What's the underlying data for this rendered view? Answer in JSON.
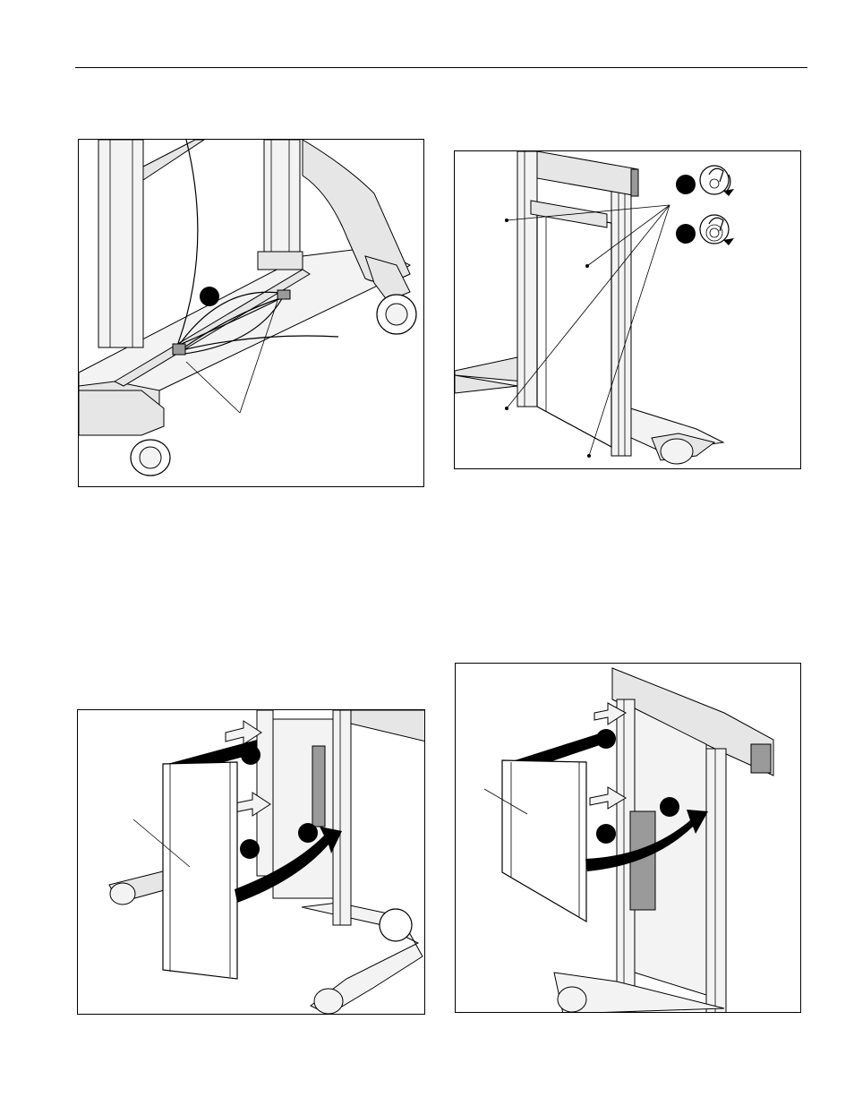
{
  "page": {
    "figures": [
      {
        "id": "fig1",
        "description_icons": [
          "cable-tie-callout",
          "step-marker"
        ]
      },
      {
        "id": "fig2",
        "description_icons": [
          "rotate-clockwise-icon",
          "rotate-clockwise-icon"
        ]
      },
      {
        "id": "fig3",
        "description_icons": [
          "step-marker",
          "step-marker",
          "step-marker"
        ]
      },
      {
        "id": "fig4",
        "description_icons": [
          "step-marker",
          "step-marker",
          "step-marker"
        ]
      }
    ]
  },
  "colors": {
    "ink": "#000000",
    "paper": "#ffffff",
    "shade": "#e6e6e6"
  }
}
